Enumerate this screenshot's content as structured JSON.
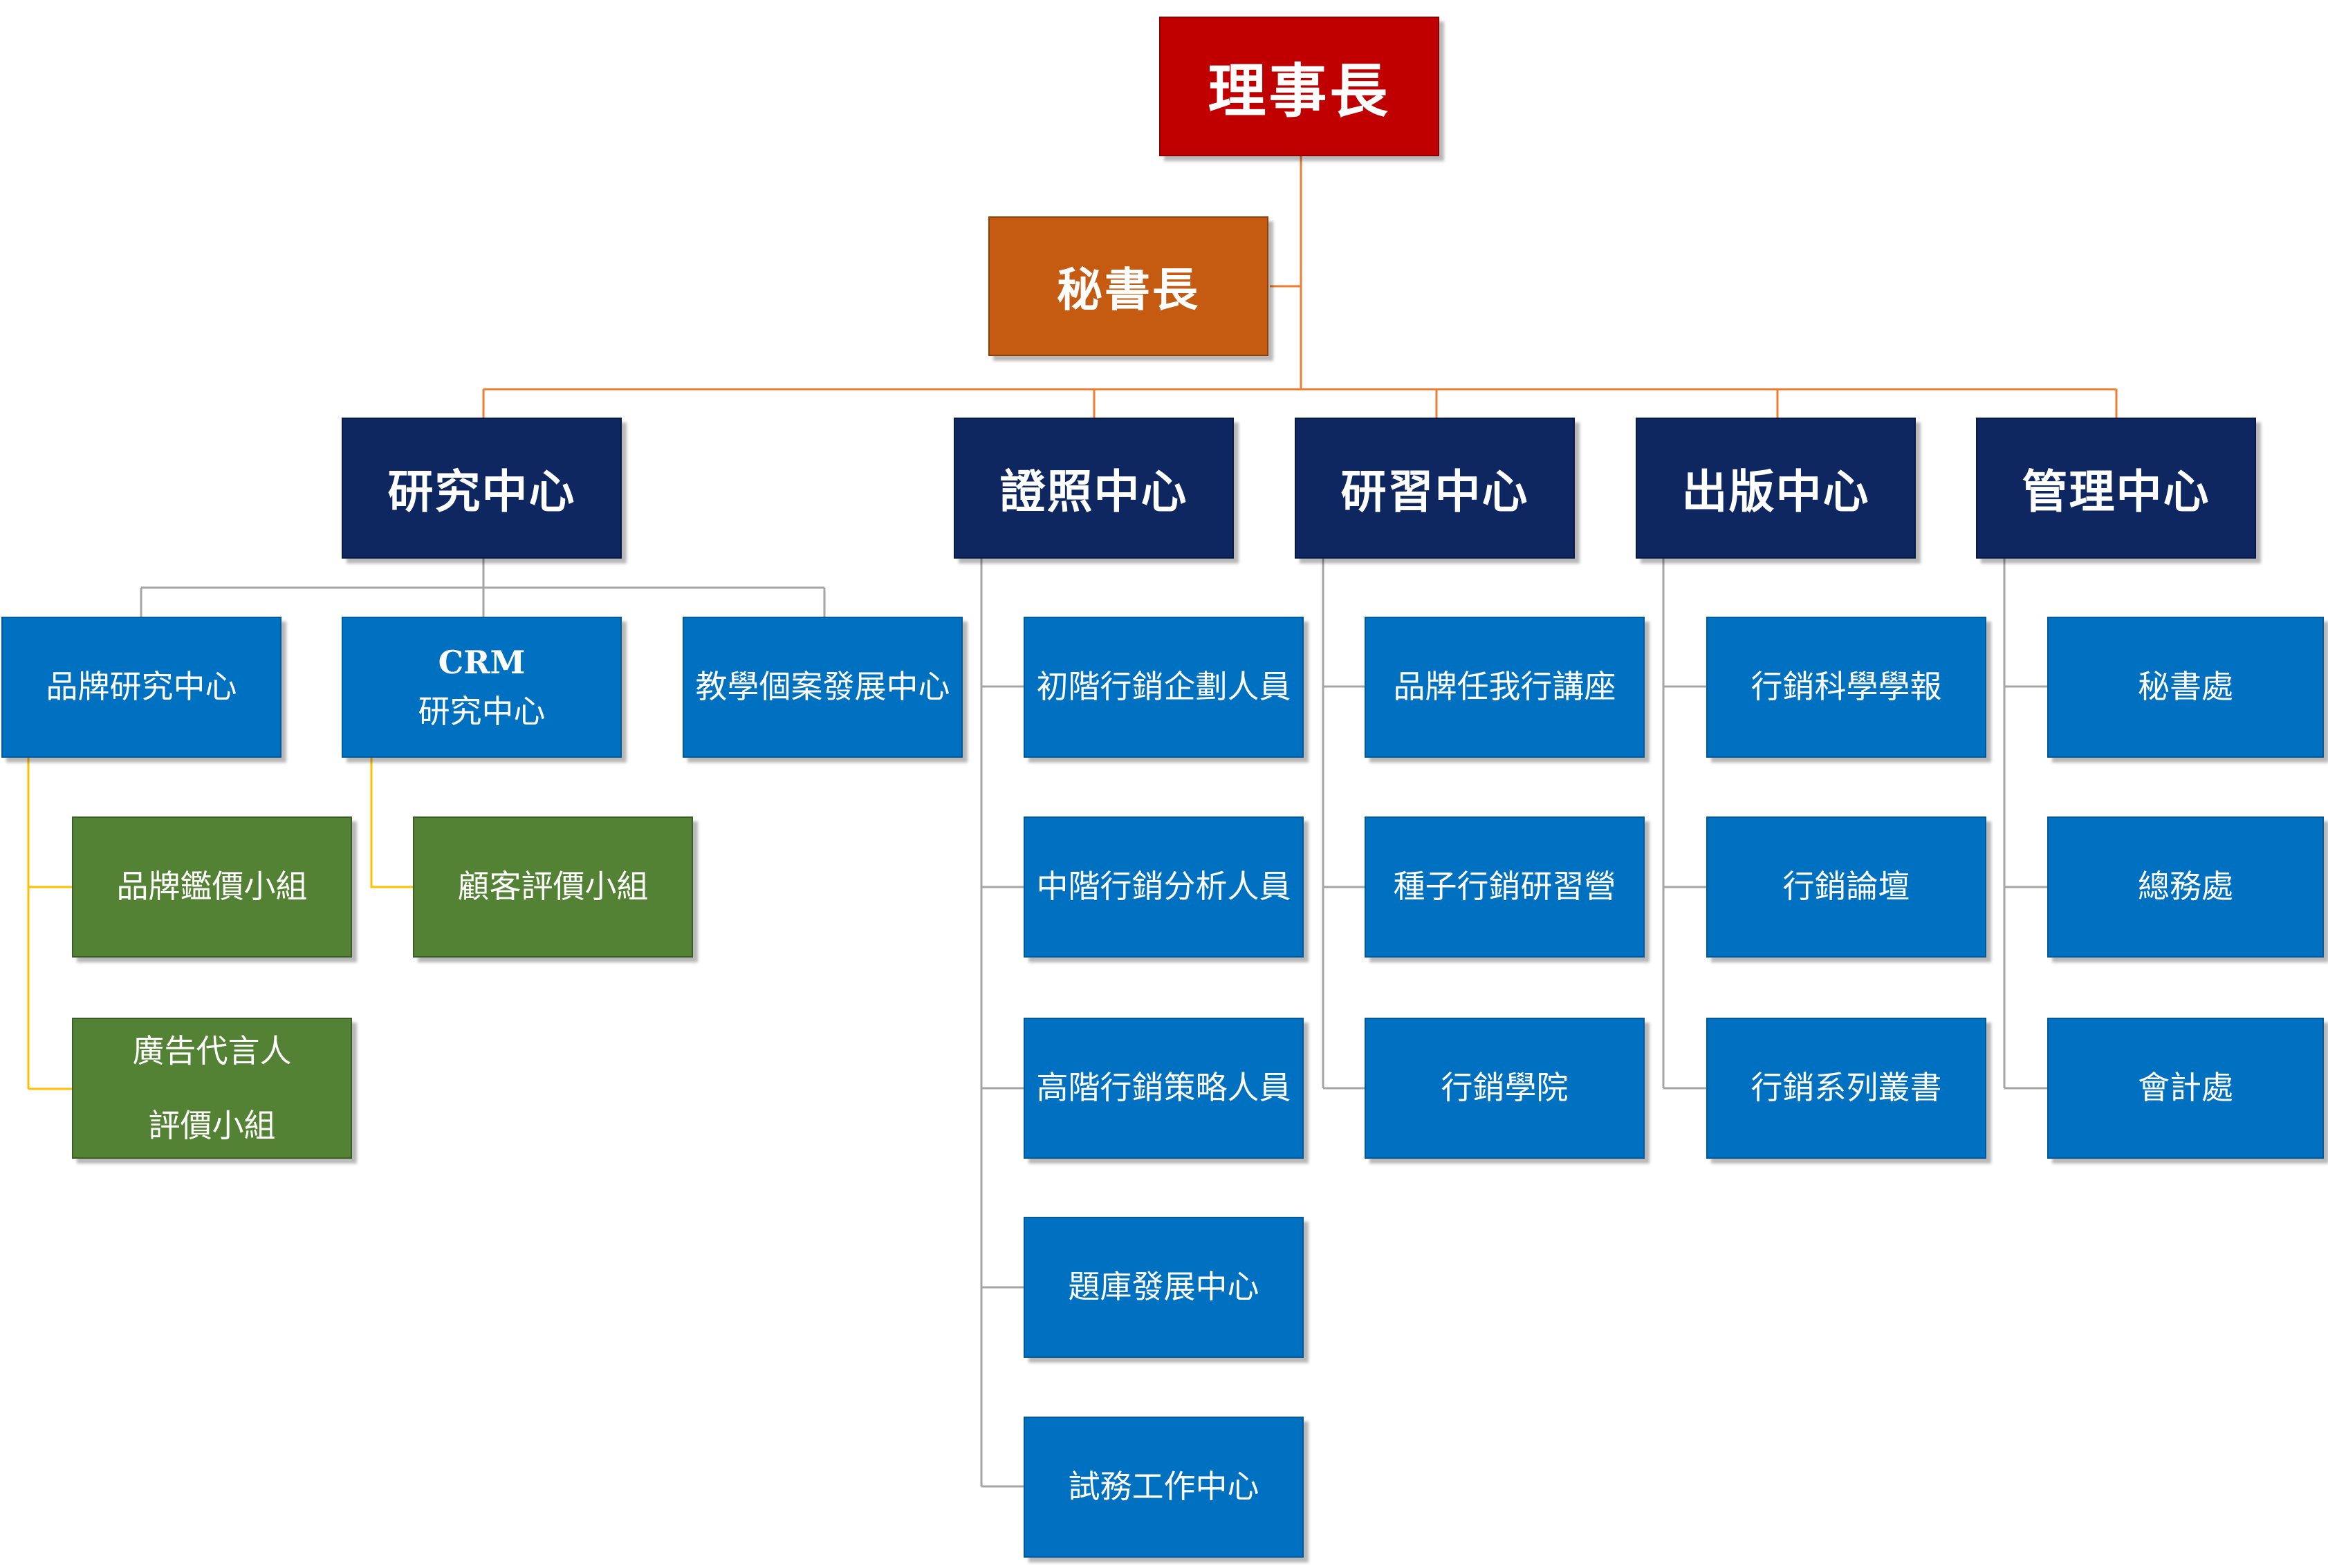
{
  "chairman": "理事長",
  "secretary_general": "秘書長",
  "centers": {
    "research": "研究中心",
    "certification": "證照中心",
    "training": "研習中心",
    "publishing": "出版中心",
    "management": "管理中心"
  },
  "research_units": {
    "brand_research": "品牌研究中心",
    "crm_line1": "CRM",
    "crm_line2": "研究中心",
    "case_development": "教學個案發展中心"
  },
  "research_groups": {
    "brand_valuation": "品牌鑑價小組",
    "customer_evaluation": "顧客評價小組",
    "spokesperson_line1": "廣告代言人",
    "spokesperson_line2": "評價小組"
  },
  "certification_units": [
    "初階行銷企劃人員",
    "中階行銷分析人員",
    "高階行銷策略人員",
    "題庫發展中心",
    "試務工作中心"
  ],
  "training_units": [
    "品牌任我行講座",
    "種子行銷研習營",
    "行銷學院"
  ],
  "publishing_units": [
    "行銷科學學報",
    "行銷論壇",
    "行銷系列叢書"
  ],
  "management_units": [
    "秘書處",
    "總務處",
    "會計處"
  ],
  "colors": {
    "chairman": "#c00000",
    "secretary_general": "#c55a11",
    "center": "#0e2761",
    "unit": "#0070c0",
    "group": "#548235",
    "connector_top": "#ed7d31",
    "connector_unit": "#a5a5a5",
    "connector_group": "#ffc000"
  }
}
